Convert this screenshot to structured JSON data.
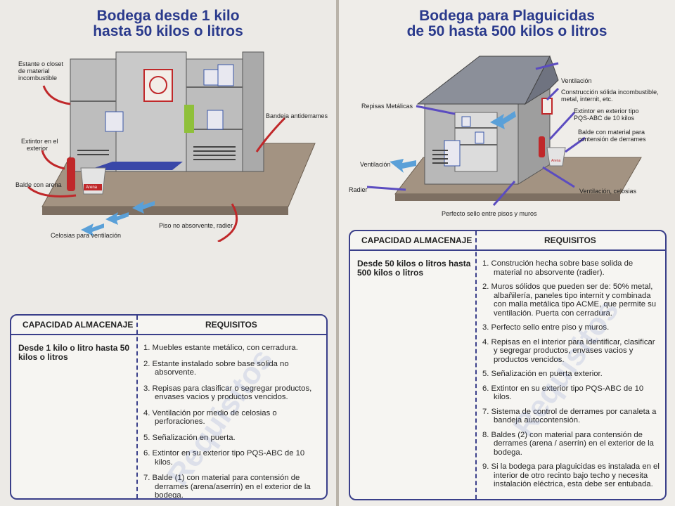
{
  "left": {
    "title_line1": "Bodega desde 1 kilo",
    "title_line2": "hasta 50 kilos o litros",
    "labels": {
      "estante_1": "Estante o closet",
      "estante_2": "de material",
      "estante_3": "incombustible",
      "extintor_1": "Extintor en el",
      "extintor_2": "exterior",
      "balde": "Balde con arena",
      "bandeja": "Bandeja antiderrames",
      "piso": "Piso no absorvente, radier",
      "celosias": "Celosias para ventilación",
      "arena": "Arena"
    },
    "table": {
      "header_capacity": "CAPACIDAD ALMACENAJE",
      "header_requirements": "REQUISITOS",
      "capacity": "Desde 1 kilo o litro hasta 50 kilos o litros",
      "requirements": [
        "1. Muebles estante metálico, con cerradura.",
        "2. Estante instalado sobre base solida no absorvente.",
        "3. Repisas para clasificar o segregar productos, envases vacios y productos vencidos.",
        "4. Ventilación por medio de celosias o perforaciones.",
        "5. Señalización en puerta.",
        "6. Extintor en su exterior tipo PQS-ABC de 10 kilos.",
        "7. Balde (1) con material para contensión de derrames (arena/aserrín) en el exterior de la bodega."
      ]
    },
    "watermark": "Requisitos"
  },
  "right": {
    "title_line1": "Bodega para Plaguicidas",
    "title_line2": "de 50 hasta 500 kilos o litros",
    "labels": {
      "ventilacion_top": "Ventilación",
      "construccion_1": "Construcción sólida incombustible,",
      "construccion_2": "metal, internit, etc.",
      "extintor_1": "Extintor en exterior tipo",
      "extintor_2": "PQS-ABC de 10 kilos",
      "balde_1": "Balde con material para",
      "balde_2": "contensión de derrames",
      "repisas": "Repisas Metálicas",
      "ventilacion_left": "Ventilación",
      "radier": "Radier",
      "ventilacion_celosias": "Ventilación, celosias",
      "sello": "Perfecto sello entre pisos y muros",
      "arena": "Arena"
    },
    "table": {
      "header_capacity": "CAPACIDAD ALMACENAJE",
      "header_requirements": "REQUISITOS",
      "capacity": "Desde 50 kilos o litros hasta 500 kilos o litros",
      "requirements": [
        "1. Construción hecha sobre base solida de material no absorvente (radier).",
        "2. Muros sólidos que pueden ser de: 50% metal, albañilería, paneles tipo internit y combinada con malla metálica tipo ACME, que permite su ventilación. Puerta con cerradura.",
        "3. Perfecto sello entre piso y muros.",
        "4. Repisas en el interior para identificar, clasificar y segregar productos, envases vacios y productos vencidos.",
        "5. Señalización en puerta exterior.",
        "6. Extintor en su exterior tipo PQS-ABC de 10 kilos.",
        "7. Sistema de control de derrames por canaleta a bandeja autocontensión.",
        "8. Baldes (2) con material para contensión de derrames (arena / aserrín) en el exterior de la bodega.",
        "9. Si la bodega para plaguicidas es instalada en el interior de otro recinto bajo techo y necesita instalación eléctrica, esta debe ser entubada."
      ]
    },
    "watermark": "Requisitos"
  },
  "colors": {
    "title": "#2a3a8c",
    "table_border": "#3a3f8a",
    "arrow_red": "#c0282a",
    "arrow_blue": "#5aa0d8",
    "floor": "#9b8b7a",
    "cabinet": "#b8b8b8"
  }
}
